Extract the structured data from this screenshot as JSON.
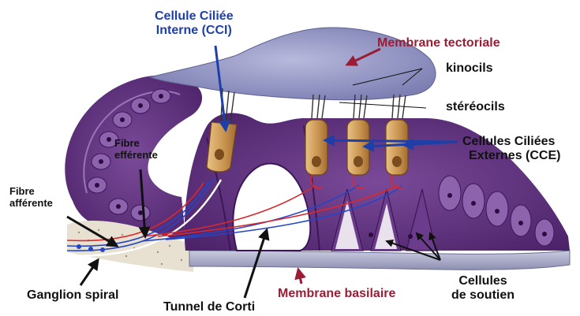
{
  "labels": {
    "cci": [
      "Cellule Ciliée",
      "Interne (CCI)"
    ],
    "membrane_tectoriale": "Membrane tectoriale",
    "kinocils": "kinocils",
    "stereocils": "stéréocils",
    "cce": [
      "Cellules Ciliées",
      "Externes (CCE)"
    ],
    "fibre_efferente": [
      "Fibre",
      "efférente"
    ],
    "fibre_afferente": [
      "Fibre",
      "afférente"
    ],
    "ganglion_spiral": "Ganglion spiral",
    "tunnel_de_corti": "Tunnel de Corti",
    "membrane_basilaire": "Membrane basilaire",
    "cellules_de_soutien": [
      "Cellules",
      "de soutien"
    ]
  },
  "colors": {
    "blue_label": "#1f3fa8",
    "red_label": "#9b1d35",
    "black_label": "#111111",
    "purple_tissue": "#5b2d7a",
    "tectorial_membrane": "#8e8fc0",
    "hair_cell": "#c89a5a",
    "basilar_membrane": "#a9abc7"
  }
}
